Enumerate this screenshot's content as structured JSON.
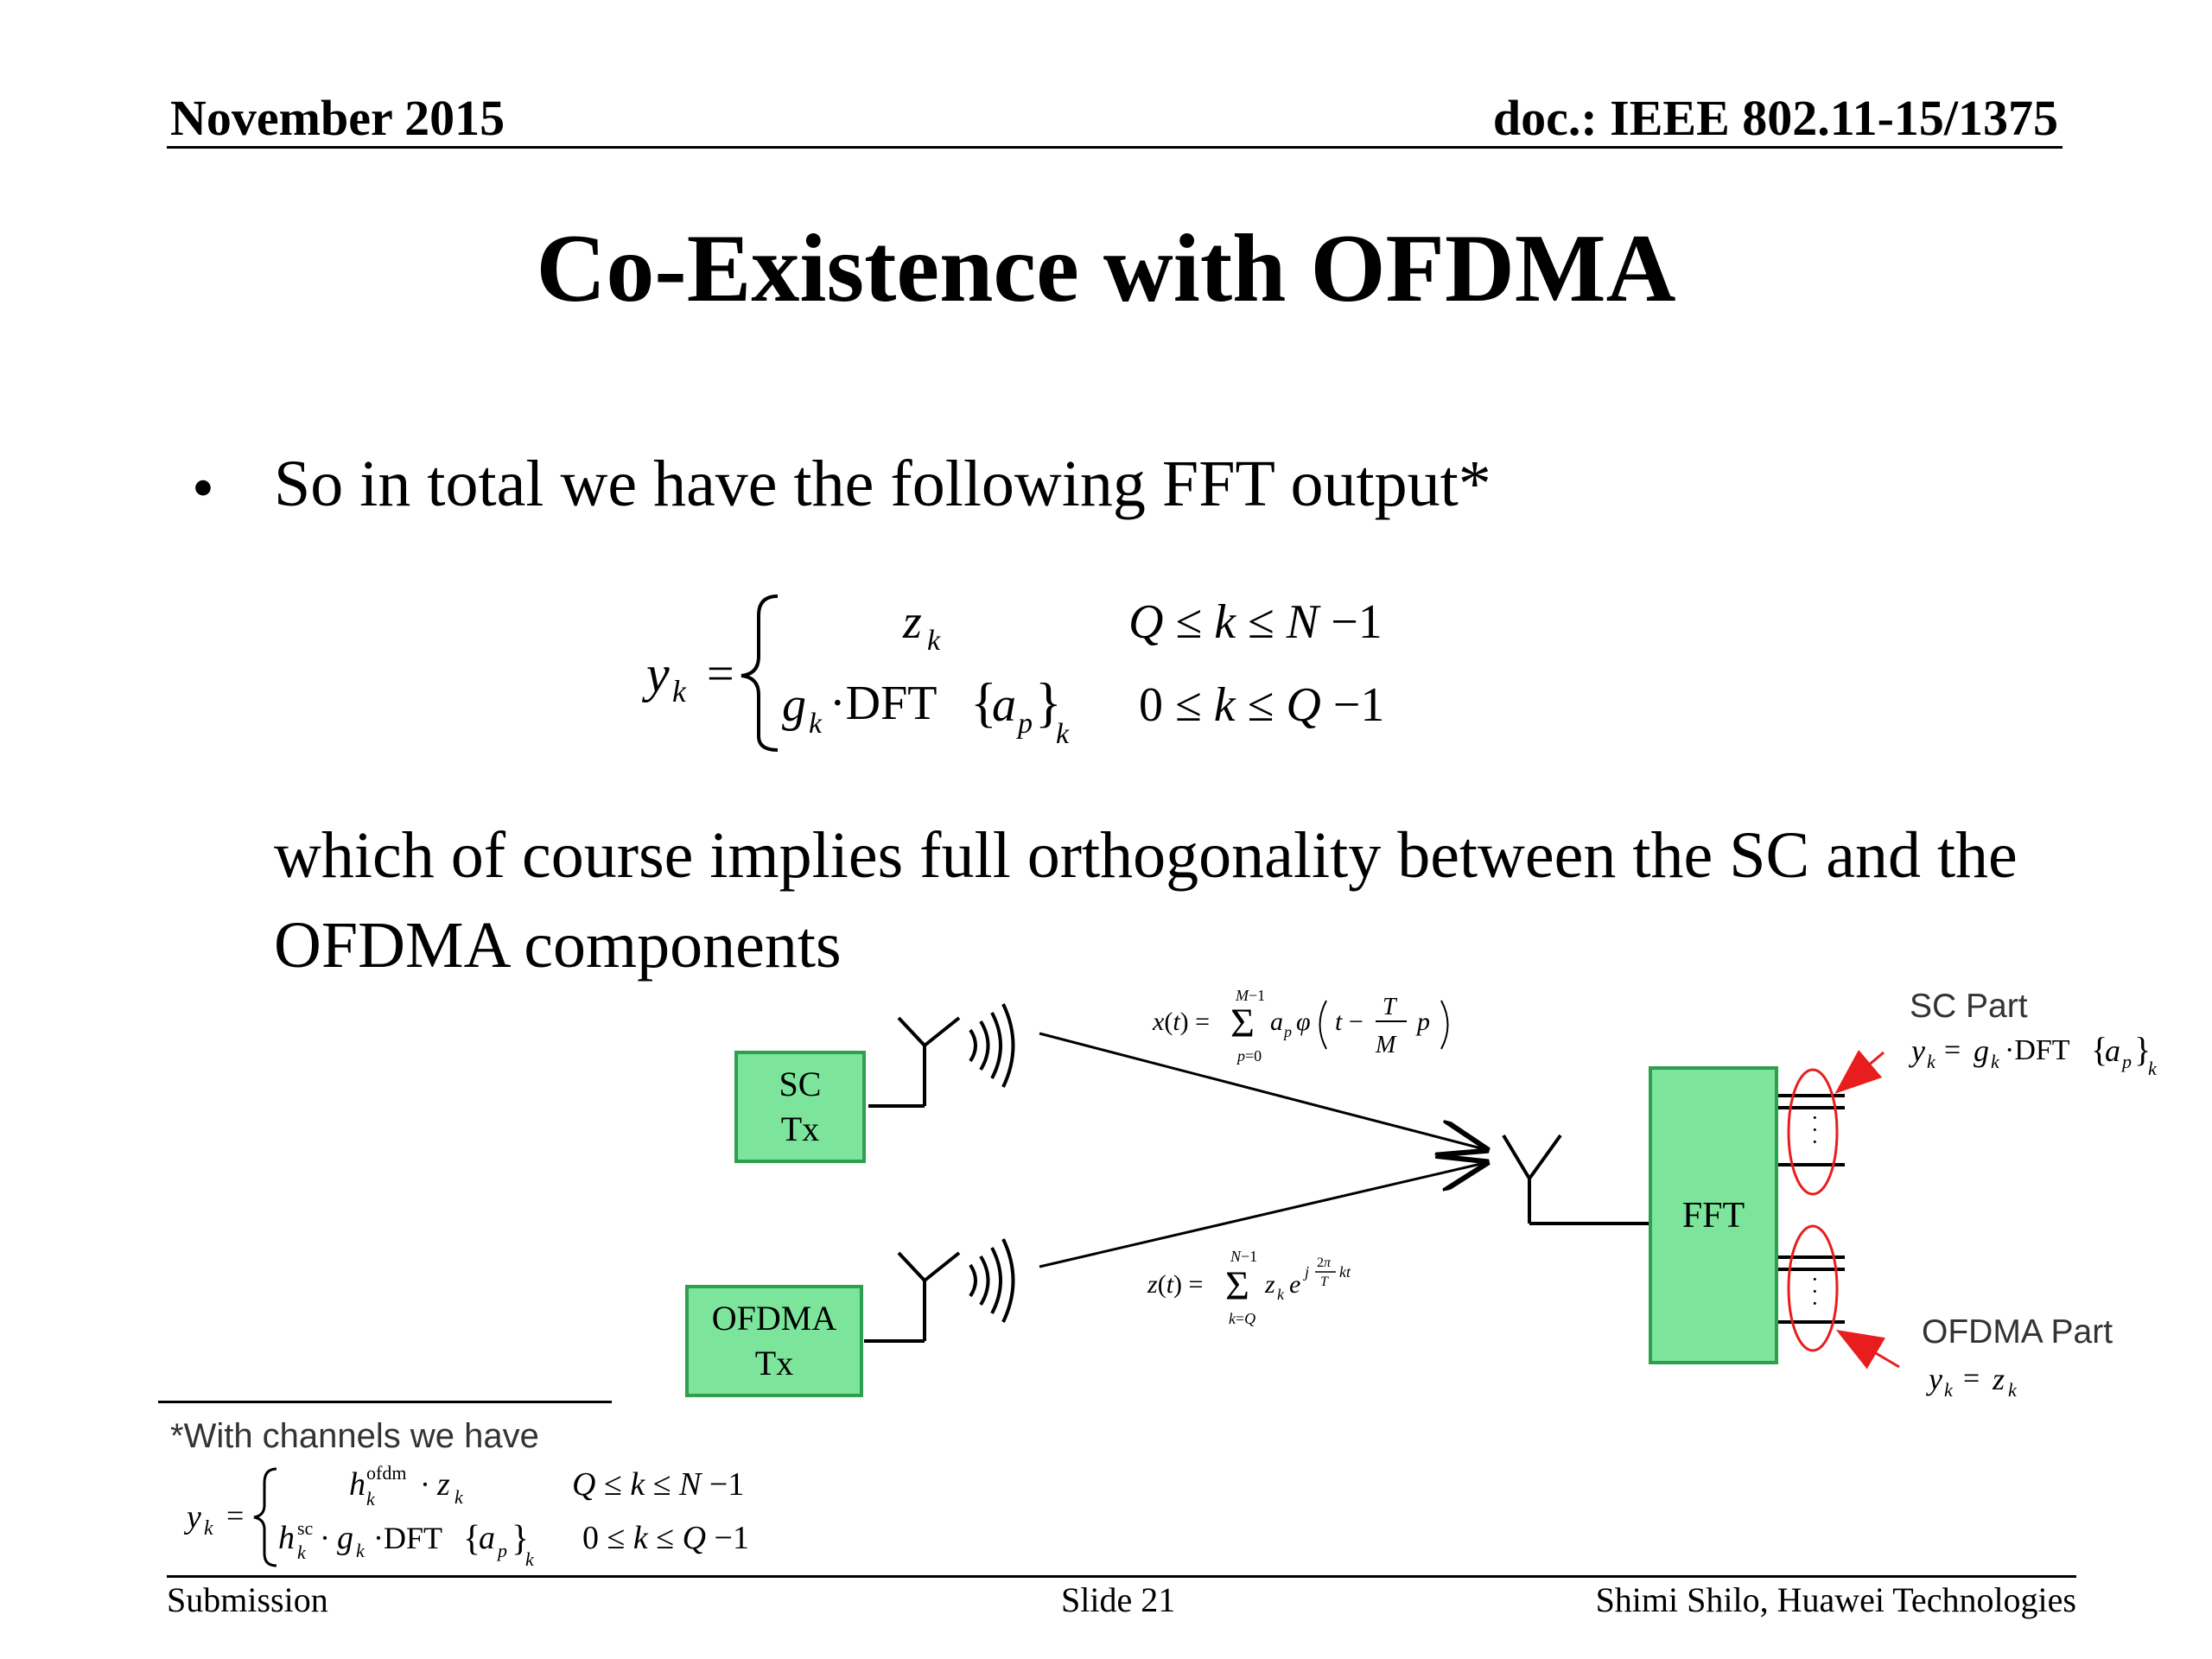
{
  "header": {
    "date": "November 2015",
    "doc": "doc.: IEEE 802.11-15/1375"
  },
  "slide": {
    "title": "Co-Existence with OFDMA",
    "bullet": "So in total we have the following FFT output*",
    "paragraph": "which of course implies full orthogonality between the SC and the OFDMA components"
  },
  "main_equation": {
    "lhs": "y_k =",
    "cases": [
      {
        "expr": "z_k",
        "cond": "Q ≤ k ≤ N −1"
      },
      {
        "expr": "g_k · DFT{a_p}_k",
        "cond": "0 ≤ k ≤ Q −1"
      }
    ]
  },
  "diagram": {
    "sc_tx": "SC Tx",
    "sc_tx_lines": [
      "SC",
      "Tx"
    ],
    "ofdma_tx_lines": [
      "OFDMA",
      "Tx"
    ],
    "fft": "FFT",
    "sc_part_label": "SC Part",
    "sc_part_eq": "y_k = g_k · DFT{a_p}_k",
    "ofdma_part_label": "OFDMA Part",
    "ofdma_part_eq": "y_k = z_k",
    "x_signal_eq": "x(t) = Σ_{p=0}^{M−1} a_p φ(t − (T/M) p)",
    "z_signal_eq": "z(t) = Σ_{k=Q}^{N−1} z_k e^{j(2π/T)kt}",
    "colors": {
      "box_fill": "#7ce59b",
      "box_border": "#2f9e4f",
      "highlight": "#e81e1e"
    }
  },
  "footnote": {
    "label": "*With channels we have",
    "cases": [
      {
        "expr": "h_k^ofdm · z_k",
        "cond": "Q ≤ k ≤ N −1"
      },
      {
        "expr": "h_k^sc · g_k · DFT{a_p}_k",
        "cond": "0 ≤ k ≤ Q −1"
      }
    ]
  },
  "footer": {
    "left": "Submission",
    "center": "Slide 21",
    "right": "Shimi Shilo, Huawei Technologies"
  }
}
